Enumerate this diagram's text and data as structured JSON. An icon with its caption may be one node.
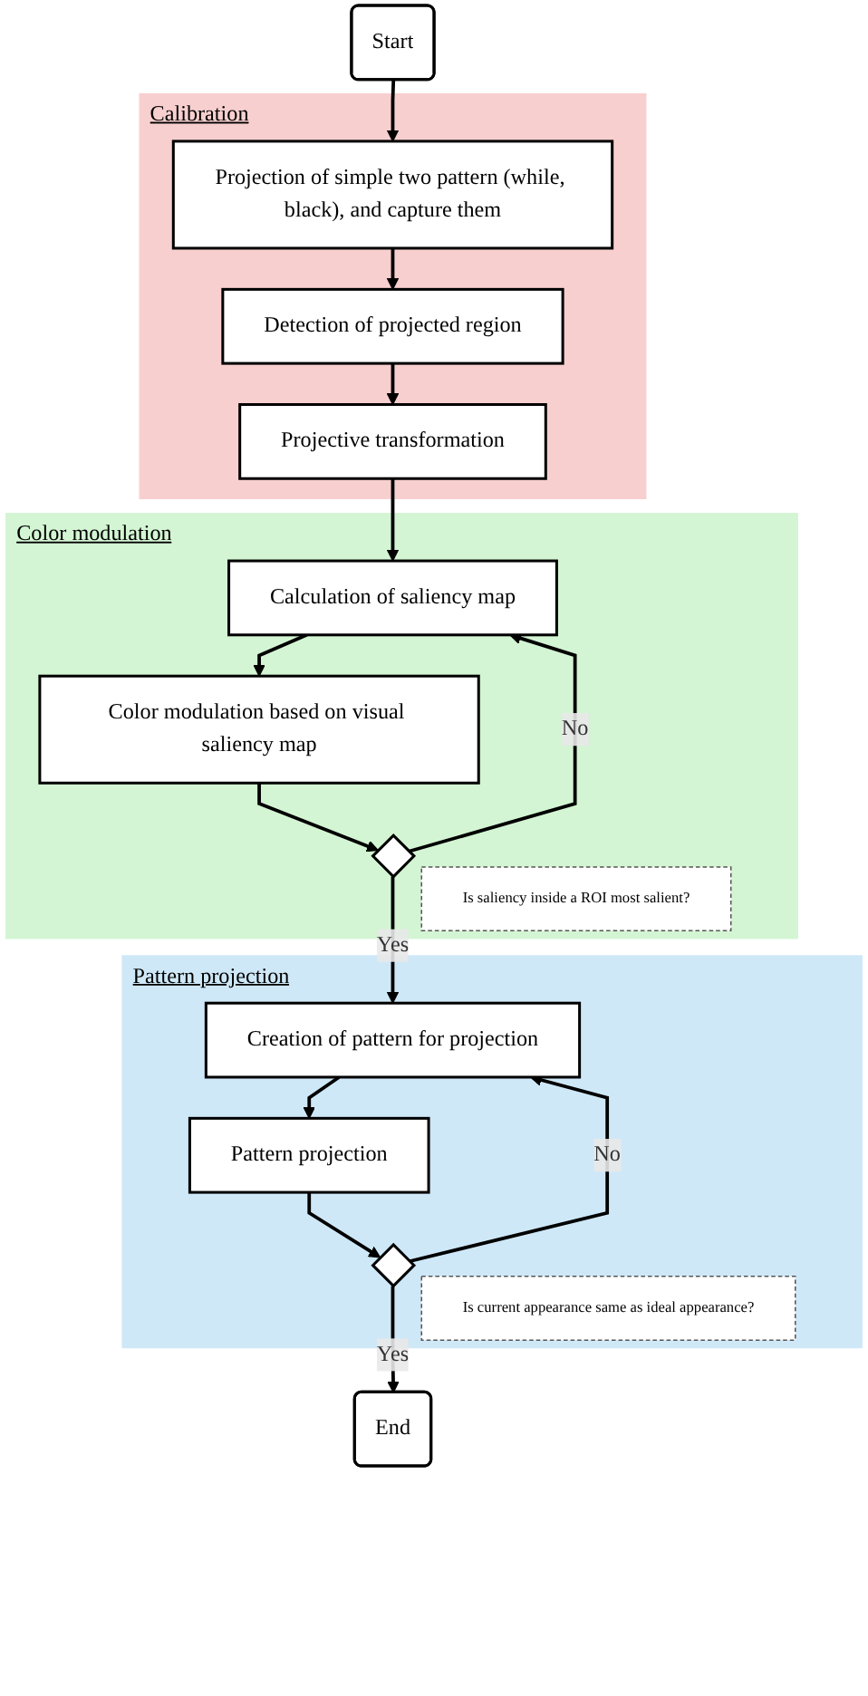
{
  "diagram": {
    "nodes": [
      {
        "text": [
          "Start"
        ]
      },
      {
        "text": [
          "Calibration"
        ]
      },
      {
        "text": [
          "Projection of simple two pattern (while, black), and capture them"
        ],
        "in": 1
      },
      {
        "text": [
          "Detection of projected region"
        ],
        "in": 1
      },
      {
        "text": [
          "Projective transformation"
        ],
        "in": 1
      },
      {
        "text": [
          "Color modulation"
        ]
      },
      {
        "text": [
          "Calculation of saliency map"
        ],
        "in": 5
      },
      {
        "text": [
          "Color modulation based on visual saliency map"
        ],
        "in": 5
      },
      {
        "text": [],
        "shape": "diamond",
        "in": 5
      },
      {
        "text": [
          "Is saliency inside a ROI most salient?"
        ],
        "in": 5
      },
      {
        "text": [
          "Pattern projection"
        ]
      },
      {
        "text": [
          "Creation of pattern for projection"
        ],
        "in": 10
      },
      {
        "text": [
          "Pattern projection"
        ],
        "in": 10
      },
      {
        "text": [],
        "shape": "diamond",
        "in": 10
      },
      {
        "text": [
          "Is current appearance same as ideal appearance?"
        ],
        "in": 10
      },
      {
        "text": [
          "End"
        ]
      }
    ],
    "edges": [
      {
        "from": 0,
        "to": 2,
        "arrow": "to"
      },
      {
        "from": 2,
        "to": 3,
        "arrow": "to"
      },
      {
        "from": 3,
        "to": 4,
        "arrow": "to"
      },
      {
        "from": 4,
        "to": 6,
        "arrow": "to"
      },
      {
        "from": 6,
        "to": 7,
        "arrow": "to"
      },
      {
        "from": 7,
        "to": 8,
        "arrow": "to"
      },
      {
        "from": 8,
        "to": 6,
        "label": "No",
        "arrow": "to"
      },
      {
        "from": 8,
        "to": 11,
        "label": "Yes",
        "arrow": "to"
      },
      {
        "from": 11,
        "to": 12,
        "arrow": "to"
      },
      {
        "from": 12,
        "to": 13,
        "arrow": "to"
      },
      {
        "from": 13,
        "to": 11,
        "label": "No",
        "arrow": "to"
      },
      {
        "from": 13,
        "to": 15,
        "label": "Yes",
        "arrow": "to"
      }
    ]
  }
}
